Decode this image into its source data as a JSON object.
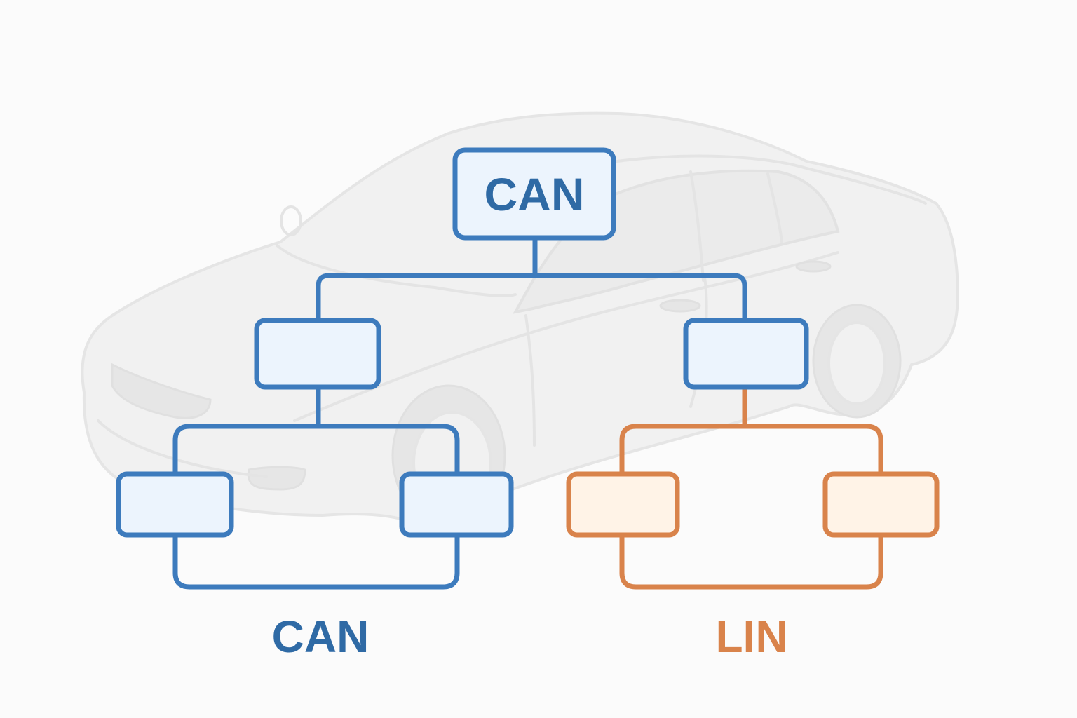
{
  "diagram": {
    "top_node": {
      "label": "CAN",
      "network": "CAN"
    },
    "can_gateway_nodes": [
      {
        "id": "left-gateway",
        "network": "CAN"
      },
      {
        "id": "right-gateway",
        "network": "CAN"
      }
    ],
    "can_subnetwork": {
      "label": "CAN",
      "nodes": [
        {
          "id": "can-node-1"
        },
        {
          "id": "can-node-2"
        }
      ]
    },
    "lin_subnetwork": {
      "label": "LIN",
      "nodes": [
        {
          "id": "lin-node-1"
        },
        {
          "id": "lin-node-2"
        }
      ]
    },
    "background": "car-silhouette",
    "colors": {
      "can": "#3d7bbd",
      "can_text": "#2f6aa5",
      "can_fill": "#ecf4fd",
      "lin": "#d9834b",
      "lin_fill": "#fff3e7",
      "car": "#f1f1f1"
    }
  }
}
